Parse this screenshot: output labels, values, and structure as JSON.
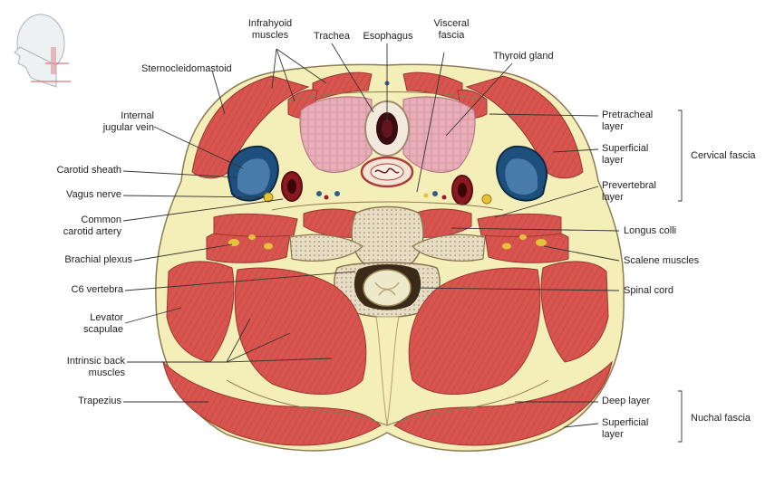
{
  "labels": {
    "infrahyoid_muscles": [
      "Infrahyoid",
      "muscles"
    ],
    "trachea": "Trachea",
    "esophagus": "Esophagus",
    "visceral_fascia": [
      "Visceral",
      "fascia"
    ],
    "thyroid_gland": "Thyroid gland",
    "sternocleidomastoid": "Sternocleidomastoid",
    "internal_jugular_vein": [
      "Internal",
      "jugular vein"
    ],
    "carotid_sheath": "Carotid sheath",
    "vagus_nerve": "Vagus nerve",
    "common_carotid_artery": [
      "Common",
      "carotid artery"
    ],
    "brachial_plexus": "Brachial plexus",
    "c6_vertebra": "C6 vertebra",
    "levator_scapulae": [
      "Levator",
      "scapulae"
    ],
    "intrinsic_back_muscles": [
      "Intrinsic back",
      "muscles"
    ],
    "trapezius": "Trapezius",
    "pretracheal_layer": [
      "Pretracheal",
      "layer"
    ],
    "superficial_layer_cervical": [
      "Superficial",
      "layer"
    ],
    "prevertebral_layer": [
      "Prevertebral",
      "layer"
    ],
    "cervical_fascia": "Cervical fascia",
    "longus_colli": "Longus colli",
    "scalene_muscles": "Scalene muscles",
    "spinal_cord": "Spinal cord",
    "deep_layer": "Deep layer",
    "superficial_layer_nuchal": [
      "Superficial",
      "layer"
    ],
    "nuchal_fascia": "Nuchal fascia"
  },
  "colors": {
    "muscle": "#d8544f",
    "muscle_dark": "#b8403b",
    "fascia": "#f4eeb8",
    "thyroid": "#e8aeb8",
    "vein": "#2b5f8e",
    "artery": "#9a1e24",
    "bone": "#e7dcc4",
    "nerve": "#e6c23a",
    "leader": "#333333"
  }
}
